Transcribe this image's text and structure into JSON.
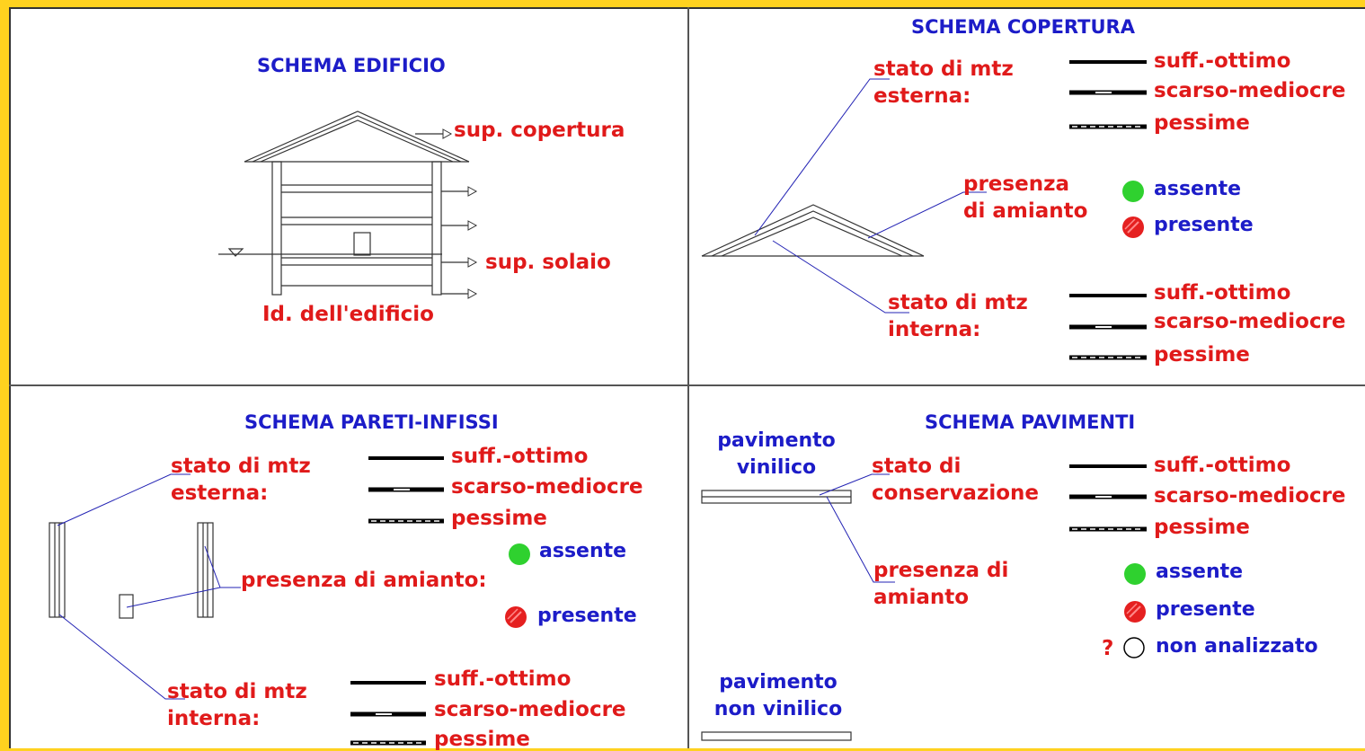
{
  "colors": {
    "title": "#1c1cc8",
    "label": "#e01a1a",
    "border": "#ffd21f",
    "absent": "#2fd12f",
    "present": "#e52020"
  },
  "edificio": {
    "title": "SCHEMA EDIFICIO",
    "roof_label": "sup. copertura",
    "floor_label": "sup. solaio",
    "id_label": "Id. dell'edificio"
  },
  "copertura": {
    "title": "SCHEMA COPERTURA",
    "ext_label": "stato di mtz\nesterna:",
    "amianto_label": "presenza\ndi amianto",
    "int_label": "stato di mtz\ninterna:",
    "legend_ext": [
      "suff.-ottimo",
      "scarso-mediocre",
      "pessime"
    ],
    "legend_int": [
      "suff.-ottimo",
      "scarso-mediocre",
      "pessime"
    ],
    "absent": "assente",
    "present": "presente"
  },
  "pareti": {
    "title": "SCHEMA PARETI-INFISSI",
    "ext_label": "stato di mtz\nesterna:",
    "amianto_label": "presenza di amianto:",
    "int_label": "stato di mtz\ninterna:",
    "legend_ext": [
      "suff.-ottimo",
      "scarso-mediocre",
      "pessime"
    ],
    "legend_int": [
      "suff.-ottimo",
      "scarso-mediocre",
      "pessime"
    ],
    "absent": "assente",
    "present": "presente"
  },
  "pavimenti": {
    "title": "SCHEMA PAVIMENTI",
    "vinyl_label": "pavimento\nvinilico",
    "cons_label": "stato di\nconservazione",
    "amianto_label": "presenza di\namianto",
    "nonvinyl_label": "pavimento\nnon vinilico",
    "legend": [
      "suff.-ottimo",
      "scarso-mediocre",
      "pessime"
    ],
    "absent": "assente",
    "present": "presente",
    "unknown_mark": "?",
    "unknown": "non analizzato"
  }
}
